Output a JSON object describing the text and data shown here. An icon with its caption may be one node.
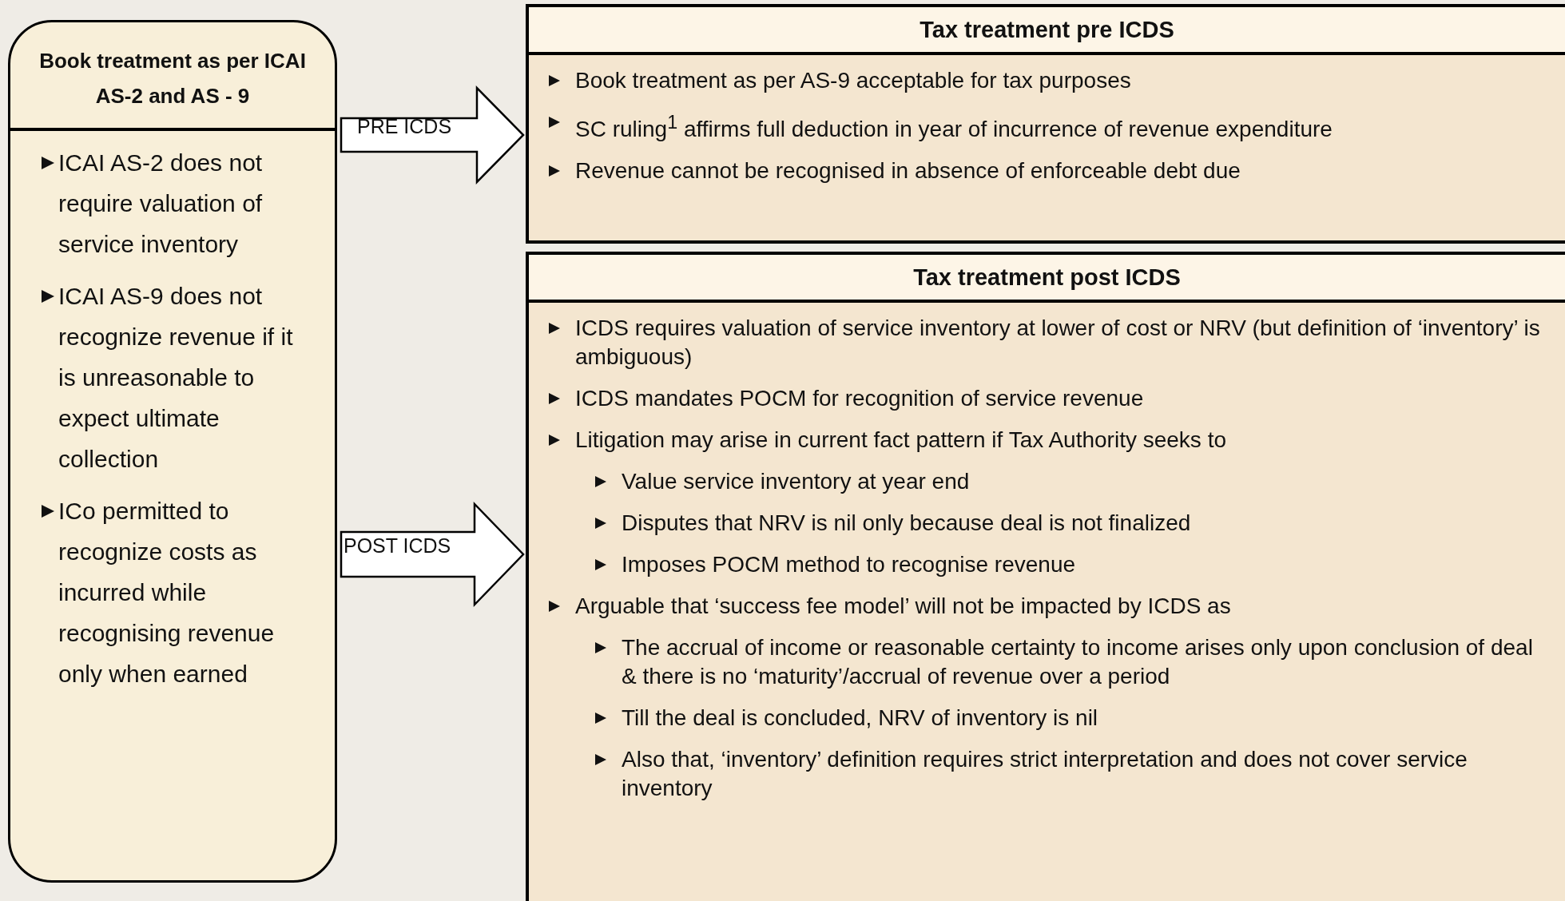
{
  "diagram": {
    "nodes": [
      {
        "text": [
          "Book treatment as per ICAI AS-2 and AS - 9",
          "ICAI AS-2 does not require valuation of service inventory",
          "ICAI AS-9 does not recognize revenue if it is unreasonable to expect ultimate collection",
          "ICo permitted to recognize costs as incurred while recognising revenue only when earned"
        ]
      },
      {
        "text": [
          "Tax treatment pre ICDS",
          "Book treatment as per AS-9 acceptable for tax purposes",
          "SC ruling$^{1}$ affirms full deduction in year of incurrence of revenue expenditure",
          "Revenue cannot be recognised in absence of enforceable debt due"
        ]
      },
      {
        "text": [
          "Tax treatment post ICDS",
          "ICDS requires valuation of service inventory at lower of cost or NRV (but definition of ‘inventory’ is ambiguous)",
          "ICDS mandates POCM for recognition of service revenue",
          "Litigation may arise in current fact pattern if Tax Authority seeks to",
          "Value service inventory at year end",
          "Disputes that NRV is nil only because deal is not finalized",
          "Imposes POCM method to recognise revenue",
          "Arguable that ‘success fee model’ will not be impacted by ICDS as",
          "The accrual of income or reasonable certainty to income arises only upon conclusion of deal & there is no ‘maturity’/accrual of revenue over a period",
          "Till the deal is concluded, NRV of inventory is nil",
          "Also that, ‘inventory’ definition requires strict interpretation and does not cover service inventory"
        ]
      }
    ],
    "edges": [
      {
        "from": 0,
        "to": 1,
        "arrow": "to",
        "label": "PRE ICDS"
      },
      {
        "from": 0,
        "to": 2,
        "arrow": "to",
        "label": "POST ICDS"
      }
    ]
  }
}
